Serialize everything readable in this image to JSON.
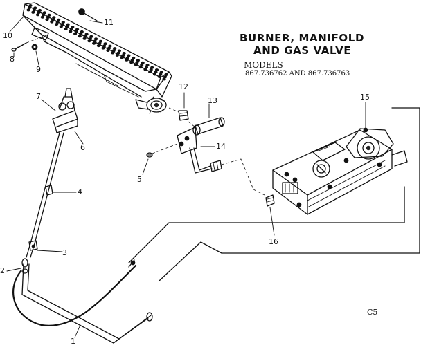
{
  "title": {
    "line1": "BURNER, MANIFOLD",
    "line2": "AND GAS VALVE"
  },
  "models": {
    "heading": "MODELS",
    "numbers": "867.736762 AND 867.736763"
  },
  "callouts": [
    "1",
    "2",
    "3",
    "4",
    "5",
    "6",
    "7",
    "8",
    "9",
    "10",
    "11",
    "12",
    "13",
    "14",
    "15",
    "16"
  ],
  "code": "C5"
}
